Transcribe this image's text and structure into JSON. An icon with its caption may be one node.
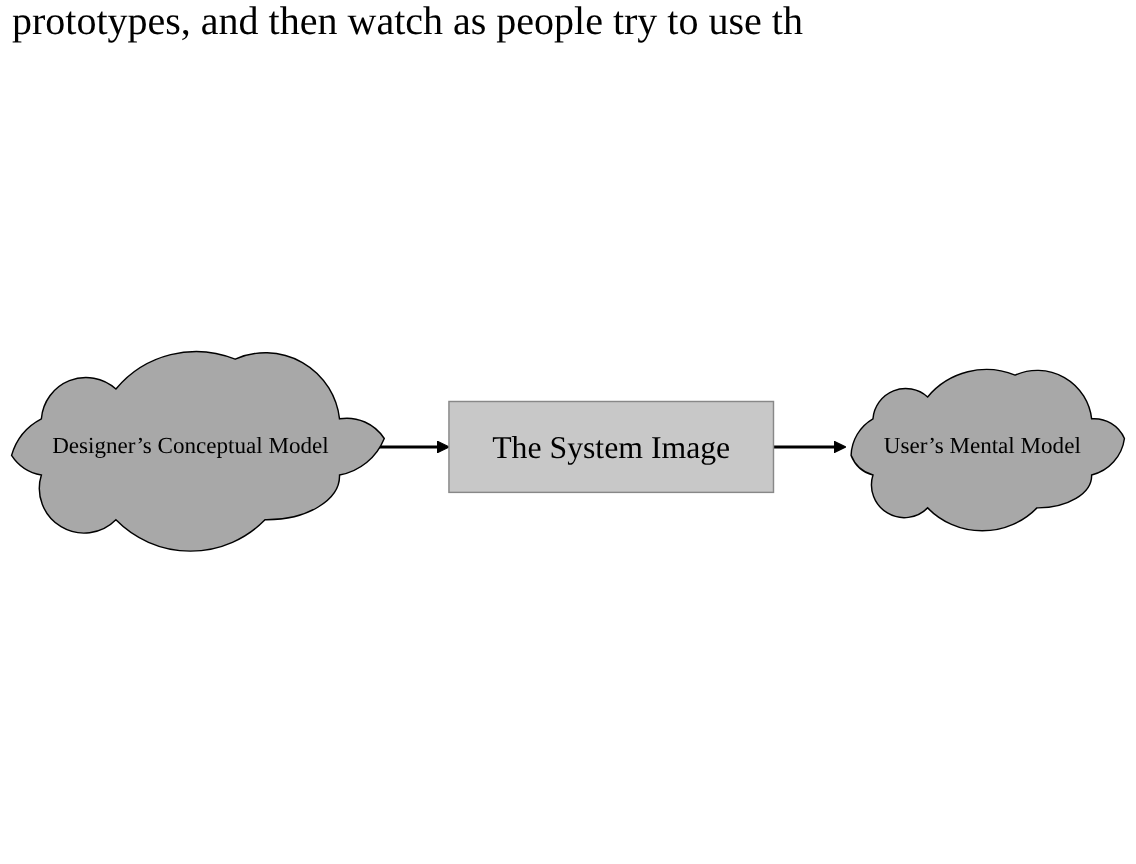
{
  "diagram": {
    "nodes": [
      {
        "text": [
          "Designer’s Conceptual Model"
        ]
      },
      {
        "text": [
          "User’s Mental Model"
        ]
      },
      {
        "text": [
          "The System Image"
        ]
      }
    ],
    "edges": [
      {
        "from": 0,
        "to": 2,
        "arrow": "to"
      },
      {
        "from": 2,
        "to": 1,
        "arrow": "to"
      }
    ],
    "labels": [
      "prototypes, and then watch as people try to use th"
    ]
  }
}
